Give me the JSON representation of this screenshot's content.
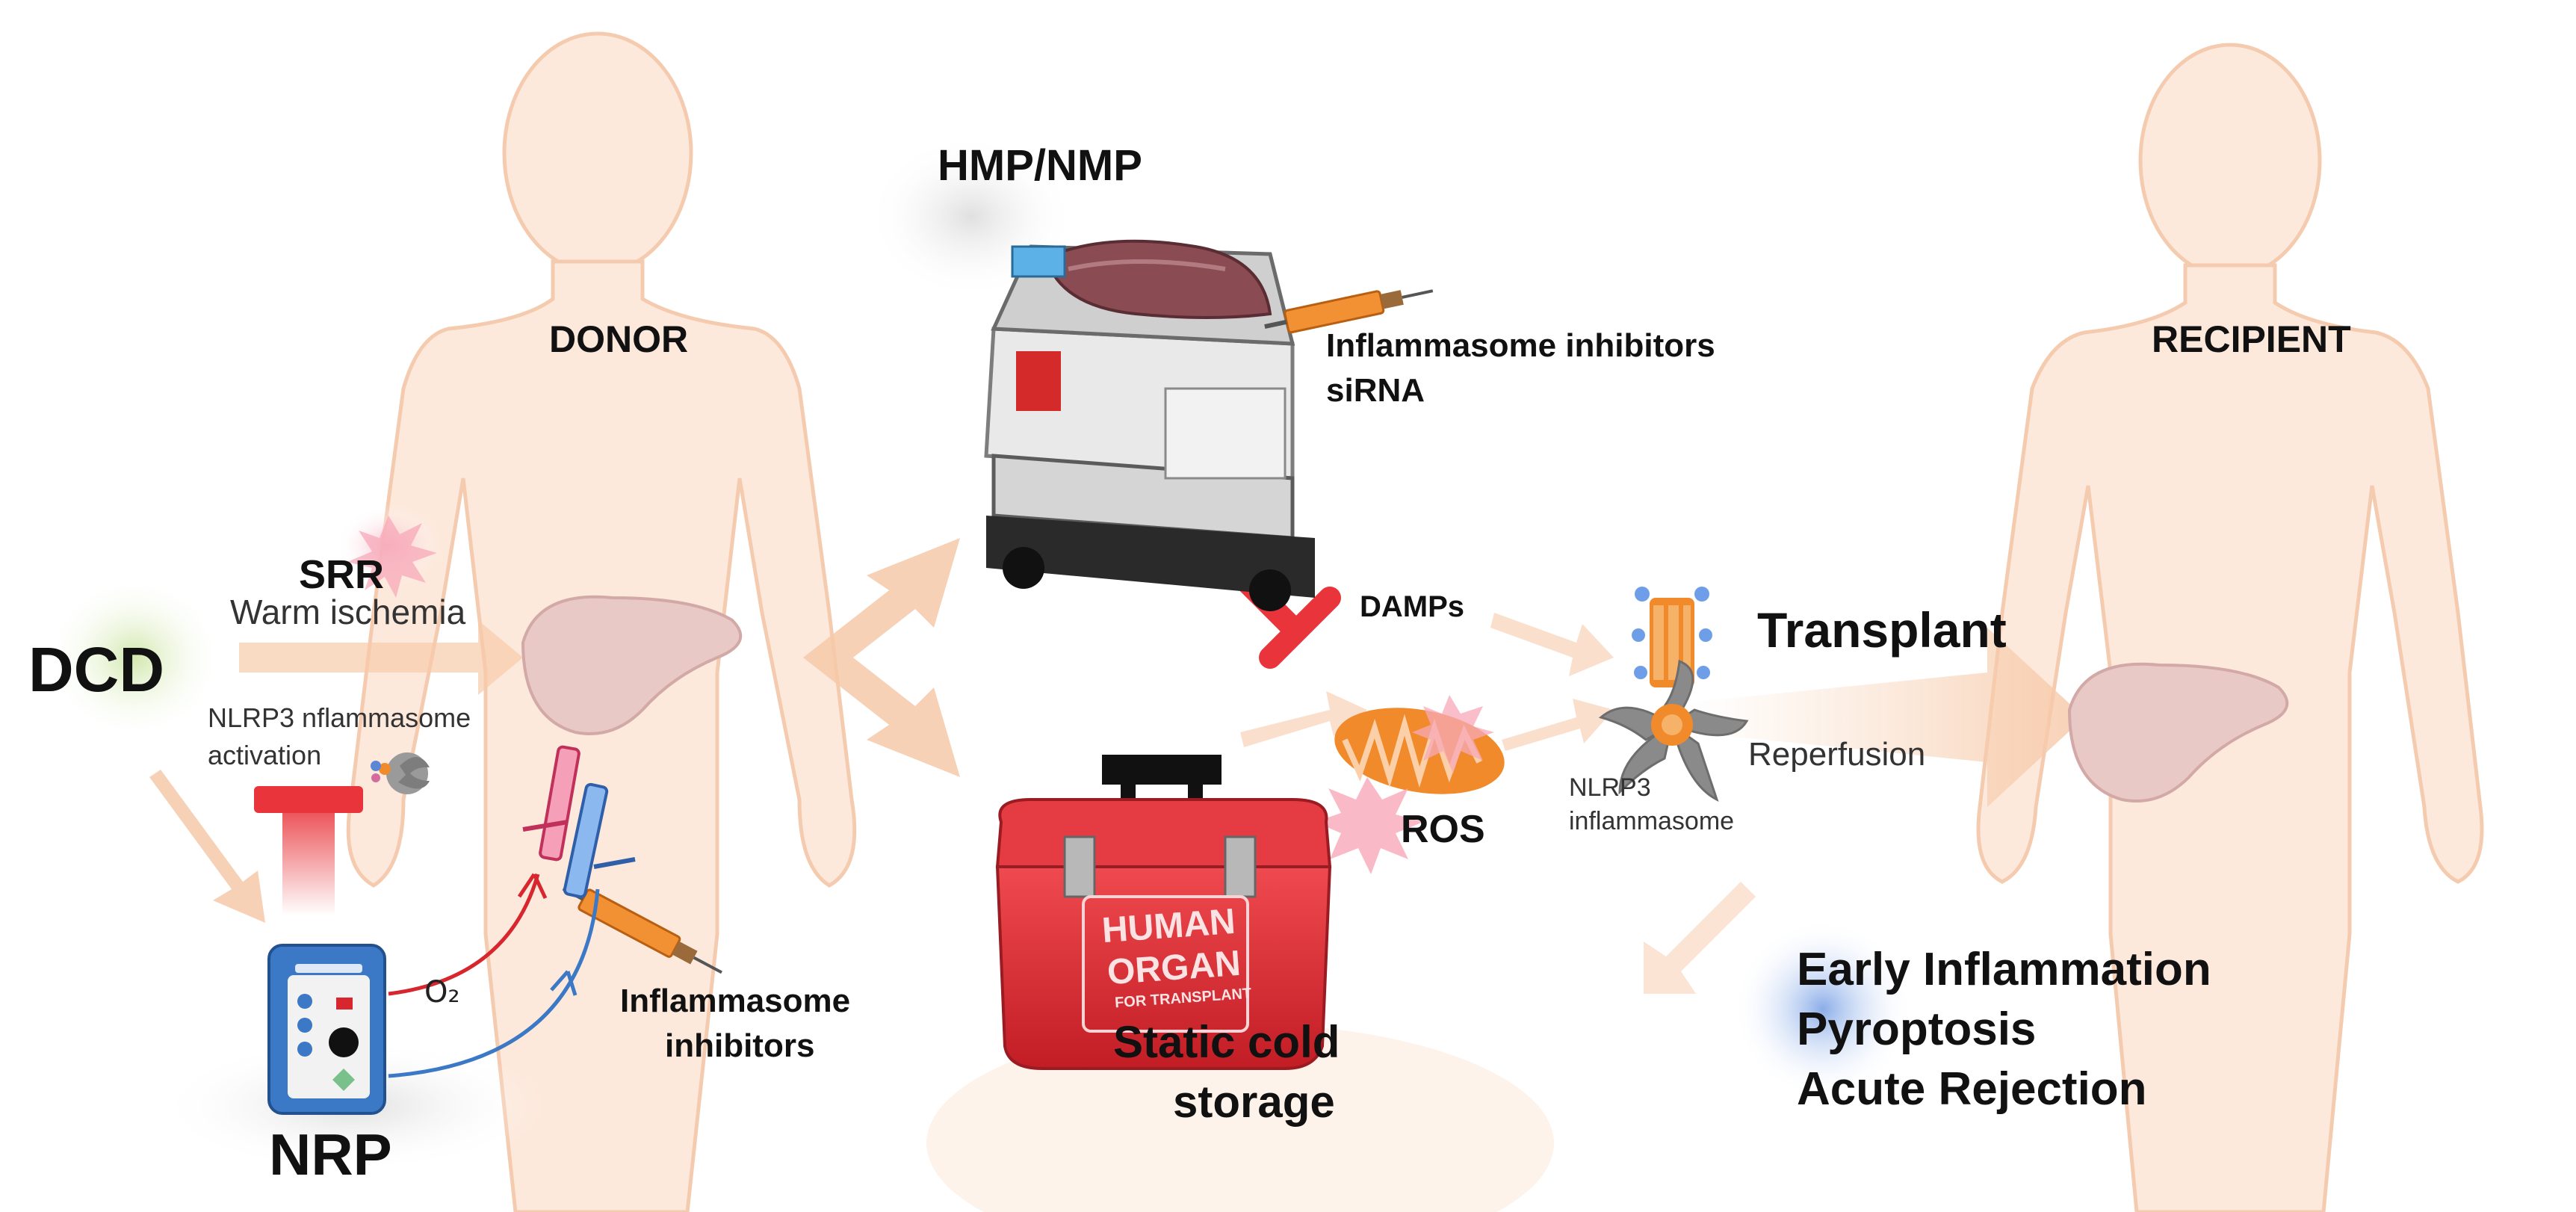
{
  "labels": {
    "donor": "DONOR",
    "recipient": "RECIPIENT",
    "hmp_nmp": "HMP/NMP",
    "inflammasome_inhibitors_top": "Inflammasome inhibitors",
    "sirna": "siRNA",
    "srr": "SRR",
    "warm_ischemia": "Warm ischemia",
    "dcd": "DCD",
    "nlrp3_activation_line1": "NLRP3 nflammasome",
    "nlrp3_activation_line2": "activation",
    "damps": "DAMPs",
    "ros": "ROS",
    "transplant": "Transplant",
    "reperfusion": "Reperfusion",
    "nlrp3_inflammasome_line1": "NLRP3",
    "nlrp3_inflammasome_line2": "inflammasome",
    "o2": "O₂",
    "inflammasome_inhibitors_bottom_line1": "Inflammasome",
    "inflammasome_inhibitors_bottom_line2": "inhibitors",
    "nrp": "NRP",
    "static_cold_storage_line1": "Static cold",
    "static_cold_storage_line2": "storage",
    "outcome_1": "Early Inflammation",
    "outcome_2": "Pyroptosis",
    "outcome_3": "Acute Rejection",
    "cooler_text_line1": "HUMAN",
    "cooler_text_line2": "ORGAN",
    "cooler_text_line3": "FOR TRANSPLANT"
  },
  "colors": {
    "body": "#fde9dc",
    "body_outline": "#f5cbb0",
    "arrow": "#f8d3b8",
    "inhibit_red": "#e8343a",
    "liver": "#e8c9c6",
    "mitochondria": "#f08a2a",
    "cooler": "#d8262e",
    "device_blue": "#3b78c5",
    "text": "#111111"
  }
}
